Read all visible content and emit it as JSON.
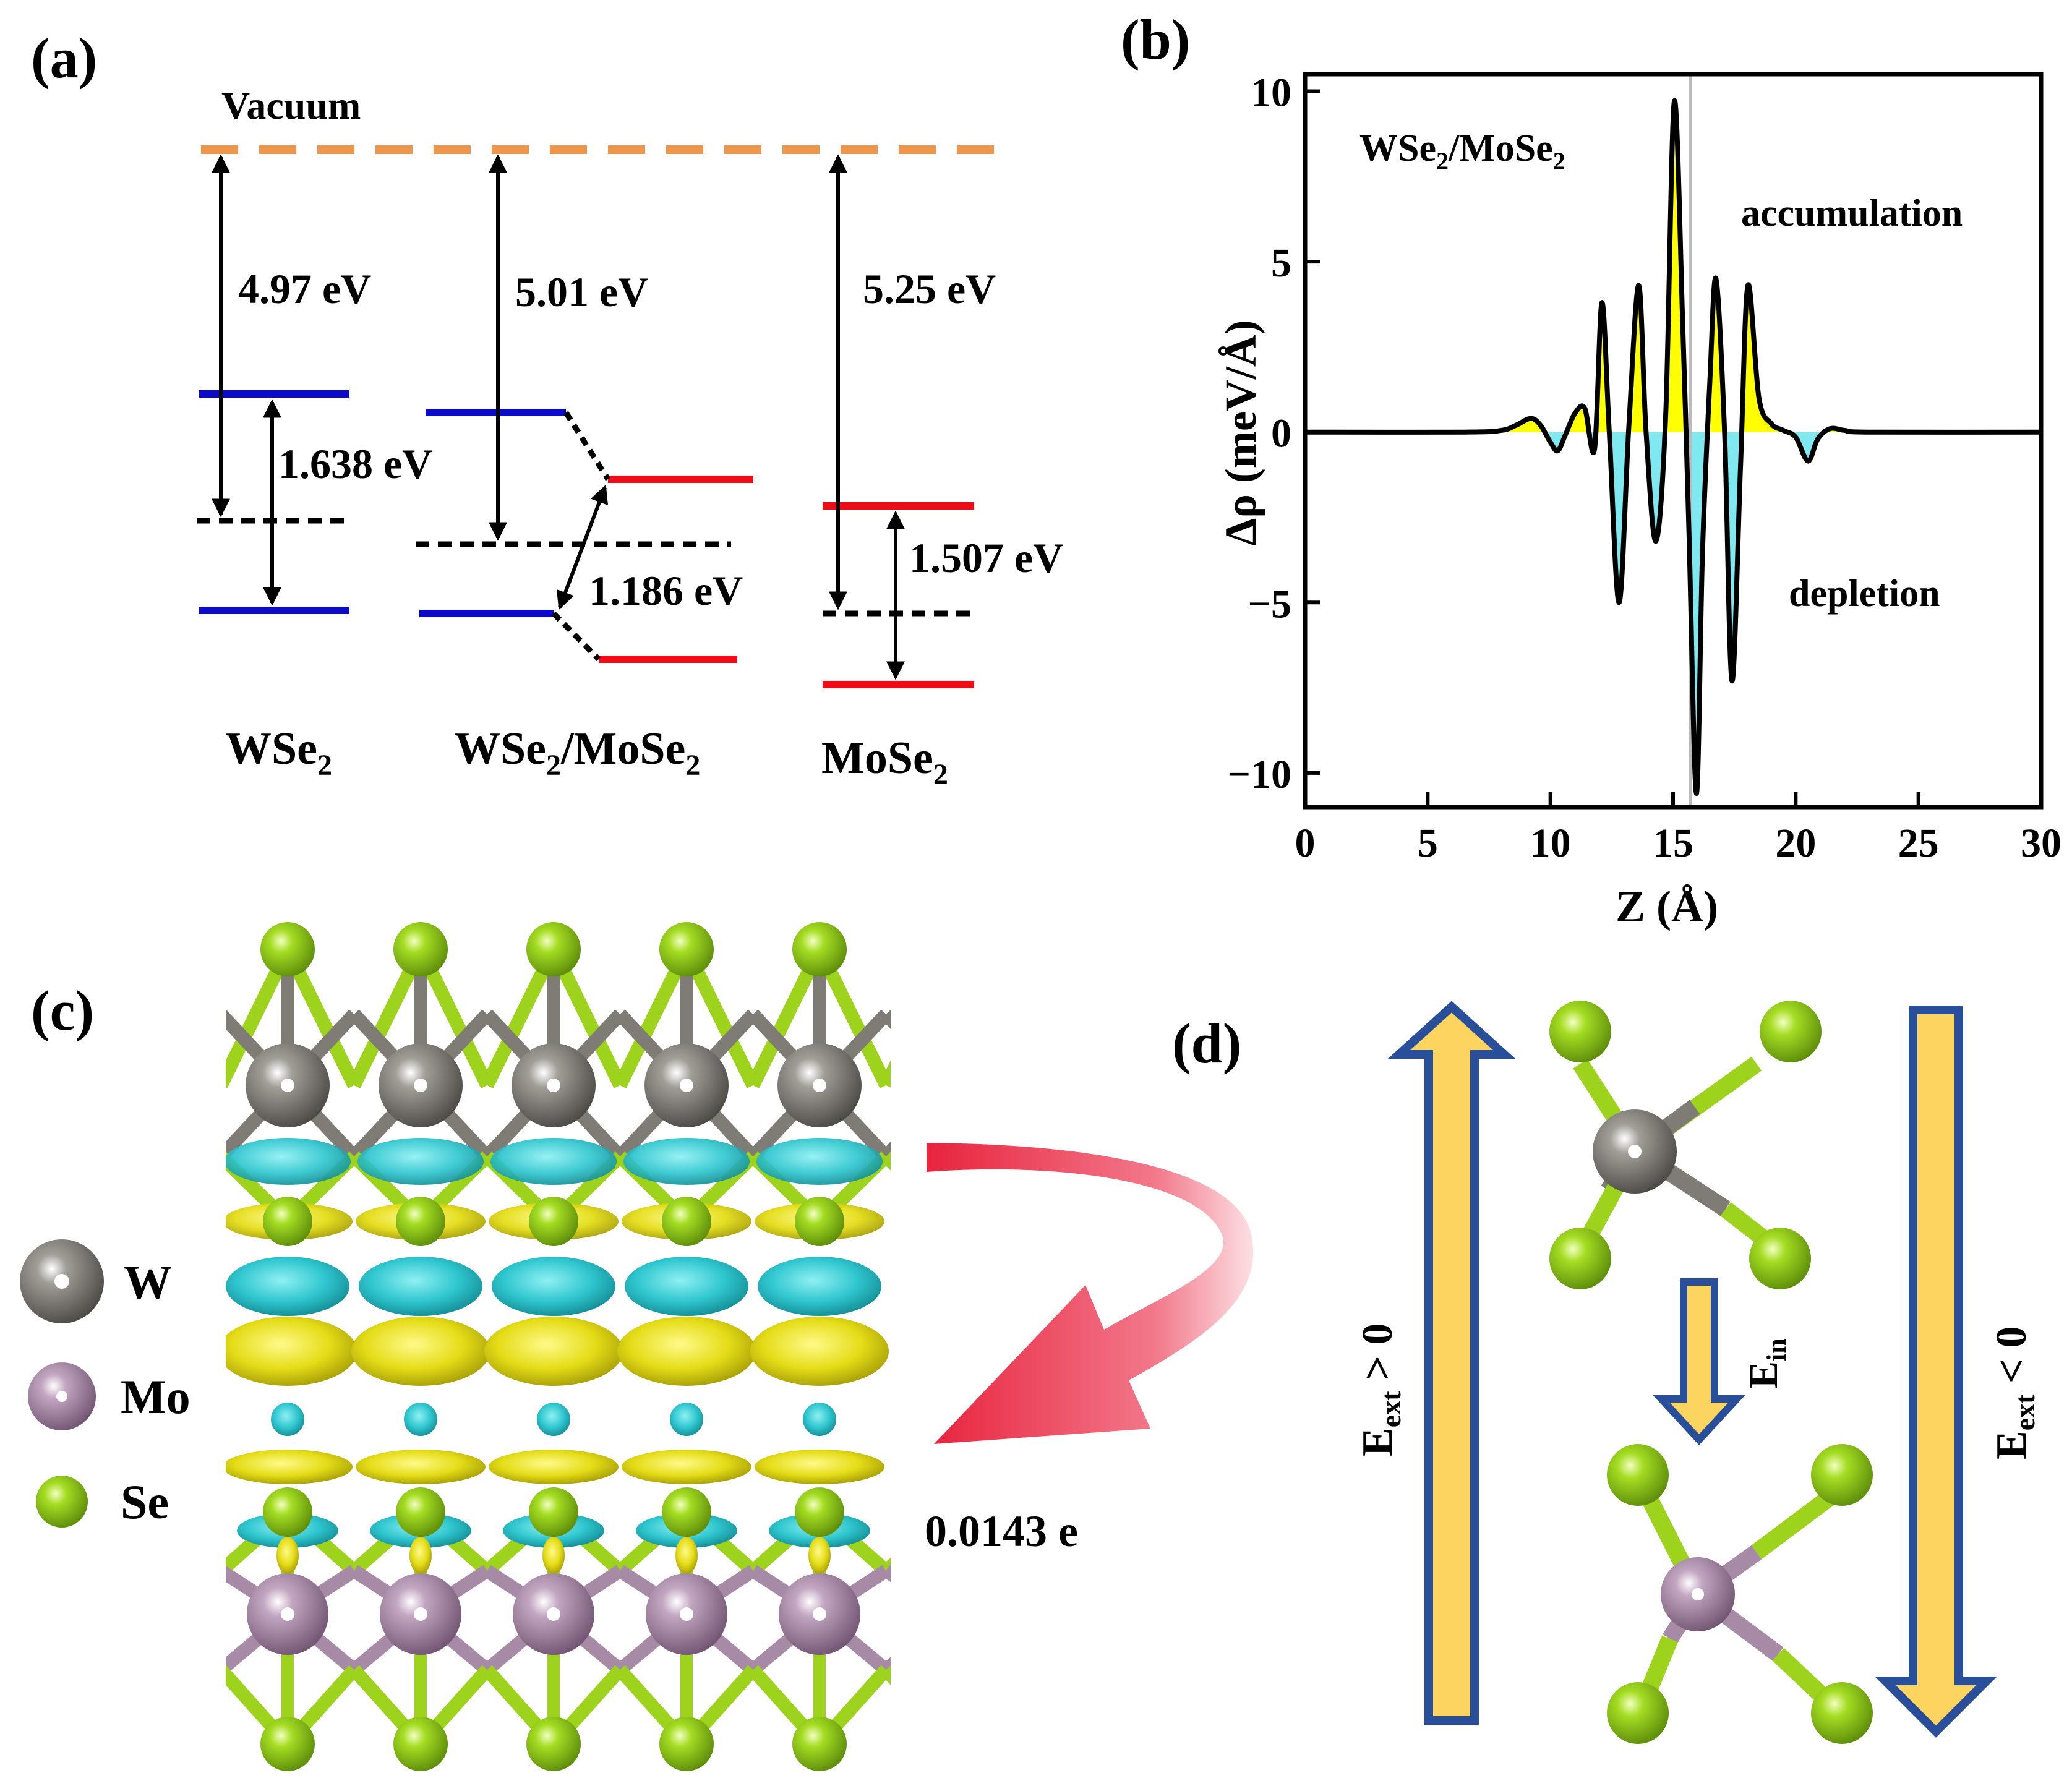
{
  "panel_a": {
    "label": "(a)",
    "vacuum": "Vacuum",
    "workfunctions": {
      "wse2": "4.97 eV",
      "hetero": "5.01 eV",
      "mose2": "5.25 eV"
    },
    "gaps": {
      "wse2": "1.638 eV",
      "hetero": "1.186 eV",
      "mose2": "1.507 eV"
    },
    "materials": {
      "wse2": {
        "main": "WSe",
        "sub": "2"
      },
      "hetero": {
        "m1": "WSe",
        "s1": "2",
        "mid": "/MoSe",
        "s2": "2"
      },
      "mose2": {
        "main": "MoSe",
        "sub": "2"
      }
    },
    "colors": {
      "vacuum": "#f0964a",
      "vbm_cbm_wse2": "#0b0bc8",
      "mose2": "#ee0d17"
    }
  },
  "panel_b": {
    "label": "(b)",
    "inset": {
      "m1": "WSe",
      "s1": "2",
      "mid": "/MoSe",
      "s2": "2"
    },
    "accumulation": "accumulation",
    "depletion": "depletion",
    "ylabel": "Δρ (meV/Å)",
    "xlabel": "Z (Å)",
    "chart_data": {
      "type": "line",
      "xlim": [
        0,
        30
      ],
      "ylim": [
        -11,
        10.5
      ],
      "xticks": [
        0,
        5,
        10,
        15,
        20,
        25,
        30
      ],
      "yticks": [
        10,
        5,
        0,
        -5,
        -10
      ],
      "ytick_labels": [
        "10",
        "5",
        "0",
        "−5",
        "−10"
      ],
      "interface_line_x": 15.7,
      "x": [
        0,
        6.5,
        8.0,
        8.6,
        9.2,
        9.6,
        10.0,
        10.3,
        10.6,
        11.0,
        11.4,
        11.8,
        12.1,
        12.4,
        12.8,
        13.2,
        13.6,
        13.9,
        14.3,
        14.7,
        15.05,
        15.4,
        15.65,
        15.95,
        16.2,
        16.5,
        16.75,
        17.1,
        17.4,
        17.75,
        18.05,
        18.5,
        19.0,
        19.5,
        20.0,
        20.5,
        20.9,
        21.4,
        22.0,
        23.0,
        30
      ],
      "y": [
        0,
        0,
        0.05,
        0.2,
        0.4,
        0.2,
        -0.3,
        -0.55,
        -0.1,
        0.55,
        0.7,
        -0.5,
        3.8,
        0.0,
        -5.0,
        0.2,
        4.3,
        0.0,
        -3.2,
        0.5,
        9.7,
        3.0,
        -3.0,
        -10.6,
        -3.5,
        1.5,
        4.5,
        0.0,
        -7.3,
        -1.0,
        4.3,
        1.0,
        0.25,
        0.05,
        -0.15,
        -0.85,
        -0.2,
        0.1,
        0.05,
        0,
        0
      ]
    },
    "colors": {
      "positive": "#ffff00",
      "negative": "#7fe8f0",
      "line": "#000000",
      "interface": "#bbbbbb"
    }
  },
  "panel_c": {
    "label": "(c)",
    "legend": [
      {
        "symbol": "W",
        "color": "#807d77"
      },
      {
        "symbol": "Mo",
        "color": "#a78aa6"
      },
      {
        "symbol": "Se",
        "color": "#9dd21d"
      }
    ],
    "charge": "0.0143 e",
    "colors": {
      "isosurface_pos": "#e6de16",
      "isosurface_neg": "#27bcc6",
      "arrow": "#e8233d"
    }
  },
  "panel_d": {
    "label": "(d)",
    "ext_pos": {
      "main": "E",
      "sub": "ext",
      "rest": " > 0"
    },
    "ext_neg": {
      "main": "E",
      "sub": "ext",
      "rest": " < 0"
    },
    "internal": {
      "main": "E",
      "sub": "in"
    },
    "colors": {
      "arrow_fill": "#fdd45f",
      "arrow_border": "#2a4f9a"
    }
  }
}
